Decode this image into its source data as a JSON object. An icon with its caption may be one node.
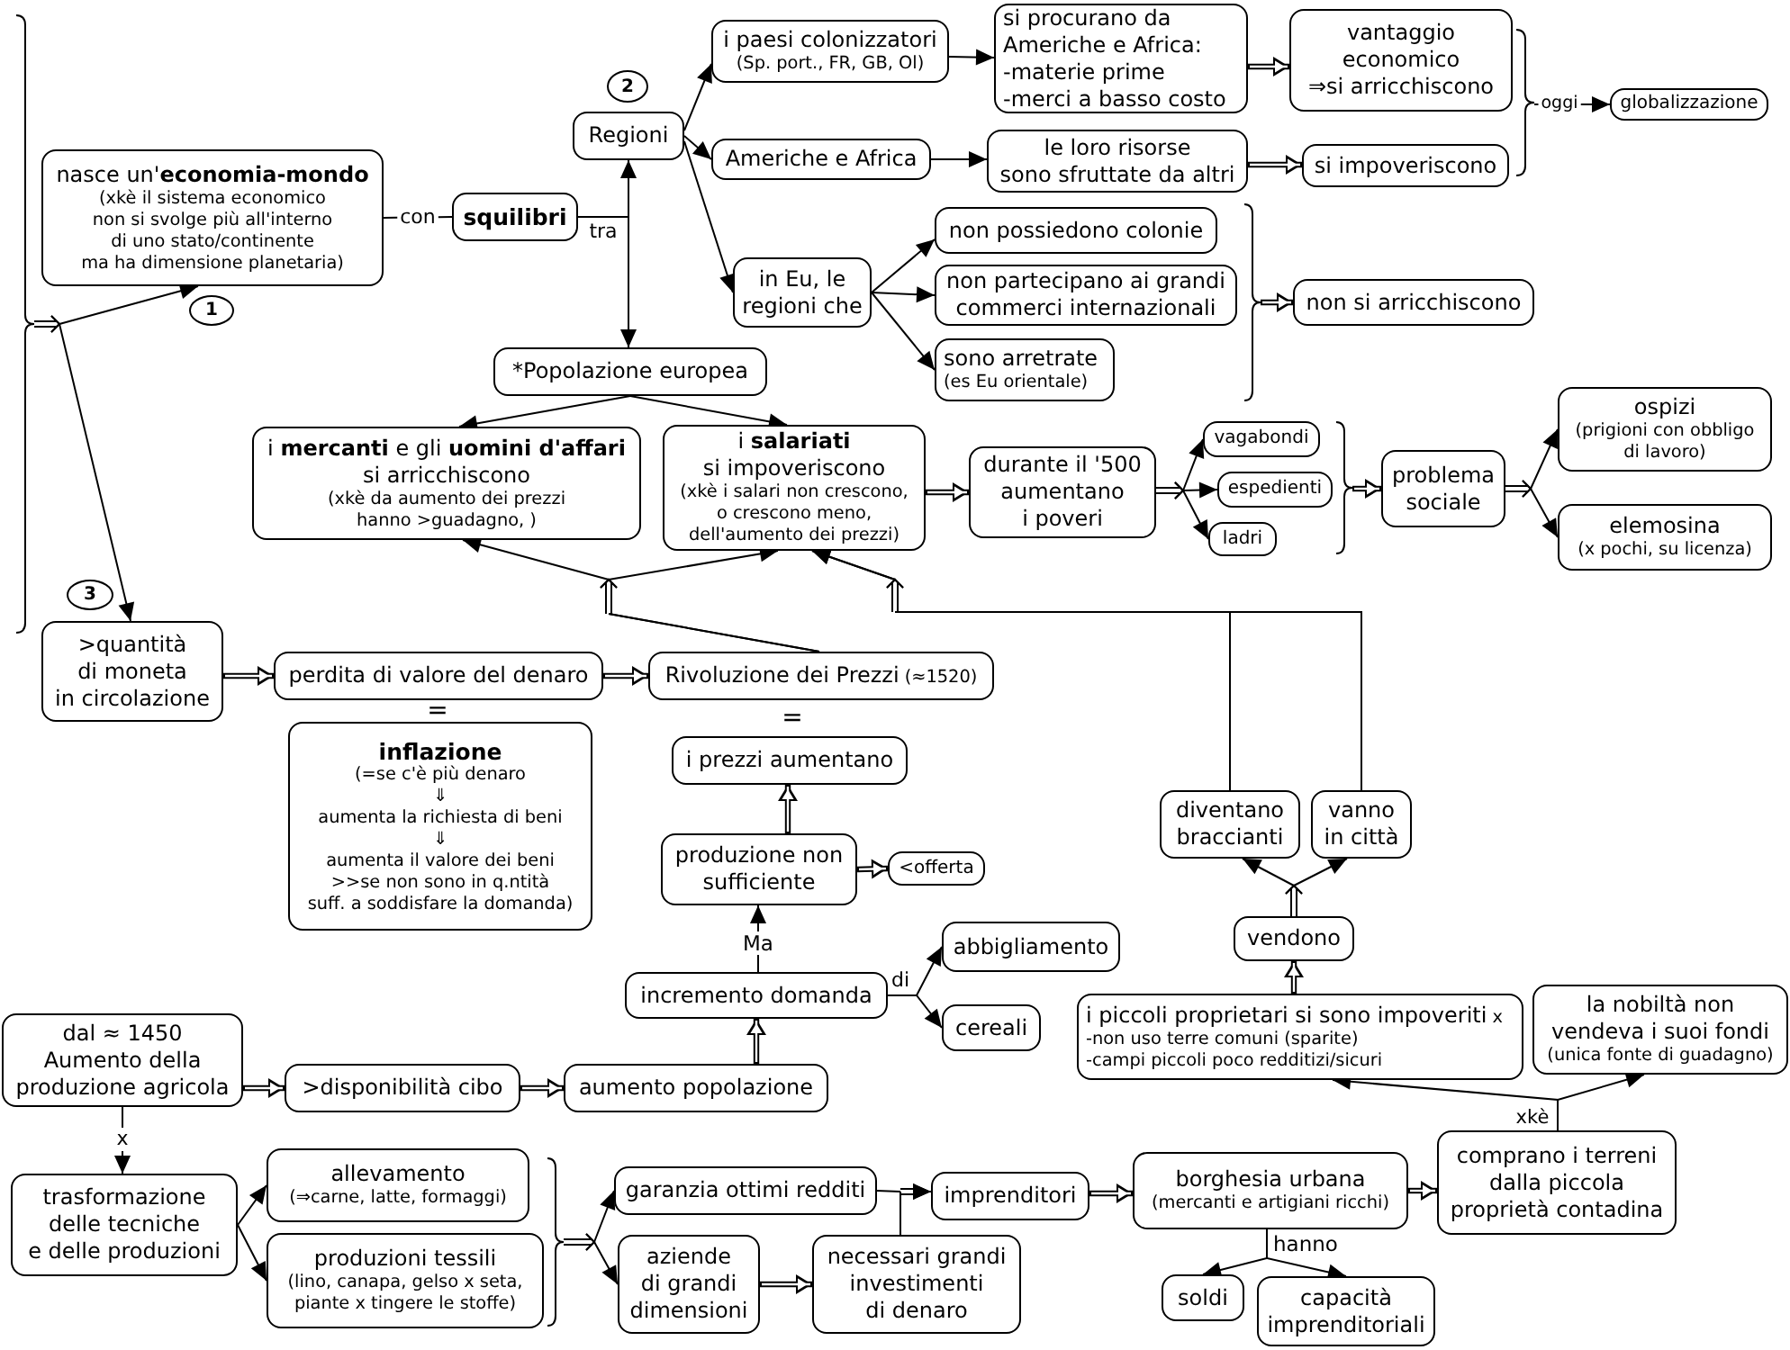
{
  "diagram": {
    "nodes": [
      {
        "text": [],
        "shape": "brace"
      },
      {
        "text": [
          "nasce un'**economia-mondo**",
          "(xkè il sistema economico non si svolge più all'interno di uno stato/continente ma ha dimensione planetaria)"
        ]
      },
      {
        "text": [
          "1"
        ]
      },
      {
        "text": [
          "squilibri"
        ]
      },
      {
        "text": [
          "2"
        ]
      },
      {
        "text": [
          "Regioni"
        ]
      },
      {
        "text": [
          "i paesi colonizzatori",
          "(Sp. port., FR, GB, Ol)"
        ]
      },
      {
        "text": [
          "si procurano da Americhe e Africa: -materie prime -merci a basso costo"
        ]
      },
      {
        "text": [
          "vantaggio economico ⇒si arricchiscono"
        ]
      },
      {
        "text": [],
        "shape": "brace"
      },
      {
        "text": [
          "globalizzazione"
        ]
      },
      {
        "text": [
          "Americhe e Africa"
        ]
      },
      {
        "text": [
          "le loro risorse sono sfruttate da altri"
        ]
      },
      {
        "text": [
          "si impoveriscono"
        ]
      },
      {
        "text": [
          "in Eu, le regioni che"
        ]
      },
      {
        "text": [
          "non possiedono colonie"
        ]
      },
      {
        "text": [
          "non partecipano ai grandi commerci internazionali"
        ]
      },
      {
        "text": [
          "sono arretrate",
          "(es Eu orientale)"
        ]
      },
      {
        "text": [],
        "shape": "brace"
      },
      {
        "text": [
          "non si arricchiscono"
        ]
      },
      {
        "text": [
          "*Popolazione europea"
        ]
      },
      {
        "text": [
          "i **mercanti** e gli **uomini d'affari** si arricchiscono",
          "(xkè da aumento dei prezzi hanno >guadagno, )"
        ]
      },
      {
        "text": [
          "i **salariati** si impoveriscono",
          "(xkè i salari non crescono, o crescono meno, dell'aumento dei prezzi)"
        ]
      },
      {
        "text": [
          "durante il '500 aumentano i poveri"
        ]
      },
      {
        "text": [
          "vagabondi"
        ]
      },
      {
        "text": [
          "espedienti"
        ]
      },
      {
        "text": [
          "ladri"
        ]
      },
      {
        "text": [],
        "shape": "brace"
      },
      {
        "text": [
          "problema sociale"
        ]
      },
      {
        "text": [
          "ospizi",
          "(prigioni con obbligo di lavoro)"
        ]
      },
      {
        "text": [
          "elemosina",
          "(x pochi, su licenza)"
        ]
      },
      {
        "text": [
          "3"
        ]
      },
      {
        "text": [
          ">quantità di moneta in circolazione"
        ]
      },
      {
        "text": [
          "perdita di valore del denaro"
        ]
      },
      {
        "text": [
          "Rivoluzione dei Prezzi",
          "(≈1520)"
        ]
      },
      {
        "text": [
          "inflazione",
          "(=se c'è più denaro ⇓ aumenta la richiesta di beni ⇓ aumenta il valore dei beni >>se non sono in q.ntità suff. a soddisfare la domanda)"
        ]
      },
      {
        "text": [
          "i prezzi aumentano"
        ]
      },
      {
        "text": [
          "produzione non sufficiente"
        ]
      },
      {
        "text": [
          "<offerta"
        ]
      },
      {
        "text": [
          "incremento domanda"
        ]
      },
      {
        "text": [
          "abbigliamento"
        ]
      },
      {
        "text": [
          "cereali"
        ]
      },
      {
        "text": [
          "diventano braccianti"
        ]
      },
      {
        "text": [
          "vanno in città"
        ]
      },
      {
        "text": [
          "vendono"
        ]
      },
      {
        "text": [
          "i piccoli proprietari si sono impoveriti",
          "x",
          "-non uso terre comuni (sparite) -campi piccoli poco redditizi/sicuri"
        ]
      },
      {
        "text": [
          "la nobiltà non vendeva i suoi fondi",
          "(unica fonte di guadagno)"
        ]
      },
      {
        "text": [
          "dal ≈ 1450 Aumento della produzione agricola"
        ]
      },
      {
        "text": [
          ">disponibilità cibo"
        ]
      },
      {
        "text": [
          "aumento popolazione"
        ]
      },
      {
        "text": [
          "trasformazione delle tecniche e delle produzioni"
        ]
      },
      {
        "text": [
          "allevamento",
          "(⇒carne, latte, formaggi)"
        ]
      },
      {
        "text": [
          "produzioni tessili",
          "(lino, canapa, gelso x seta, piante x tingere le stoffe)"
        ]
      },
      {
        "text": [],
        "shape": "brace"
      },
      {
        "text": [
          "garanzia ottimi redditi"
        ]
      },
      {
        "text": [
          "aziende di grandi dimensioni"
        ]
      },
      {
        "text": [
          "necessari grandi investimenti di denaro"
        ]
      },
      {
        "text": [
          "imprenditori"
        ]
      },
      {
        "text": [
          "borghesia urbana",
          "(mercanti e artigiani ricchi)"
        ]
      },
      {
        "text": [
          "comprano i terreni dalla piccola proprietà contadina"
        ]
      },
      {
        "text": [
          "soldi"
        ]
      },
      {
        "text": [
          "capacità imprenditoriali"
        ]
      }
    ],
    "edges": [
      {
        "from": 0,
        "to": 1,
        "arrow": "to"
      },
      {
        "from": 0,
        "to": 32,
        "arrow": "to"
      },
      {
        "from": 1,
        "to": 3,
        "arrow": "none",
        "label": "con"
      },
      {
        "from": 3,
        "to": 5,
        "arrow": "to",
        "label": "tra"
      },
      {
        "from": 3,
        "to": 20,
        "arrow": "to"
      },
      {
        "from": 5,
        "to": 6,
        "arrow": "to"
      },
      {
        "from": 5,
        "to": 11,
        "arrow": "to"
      },
      {
        "from": 5,
        "to": 14,
        "arrow": "to"
      },
      {
        "from": 6,
        "to": 7,
        "arrow": "to"
      },
      {
        "from": 7,
        "to": 8,
        "arrow": "to",
        "style": "thick"
      },
      {
        "from": 11,
        "to": 12,
        "arrow": "to"
      },
      {
        "from": 12,
        "to": 13,
        "arrow": "to",
        "style": "thick"
      },
      {
        "from": 9,
        "to": 10,
        "arrow": "to",
        "label": "oggi"
      },
      {
        "from": 14,
        "to": 15,
        "arrow": "to"
      },
      {
        "from": 14,
        "to": 16,
        "arrow": "to"
      },
      {
        "from": 14,
        "to": 17,
        "arrow": "to"
      },
      {
        "from": 18,
        "to": 19,
        "arrow": "to",
        "style": "thick"
      },
      {
        "from": 20,
        "to": 21,
        "arrow": "to"
      },
      {
        "from": 20,
        "to": 22,
        "arrow": "to"
      },
      {
        "from": 22,
        "to": 23,
        "arrow": "to",
        "style": "thick"
      },
      {
        "from": 23,
        "to": 24,
        "arrow": "to"
      },
      {
        "from": 23,
        "to": 25,
        "arrow": "to"
      },
      {
        "from": 23,
        "to": 26,
        "arrow": "to"
      },
      {
        "from": 27,
        "to": 28,
        "arrow": "to",
        "style": "thick"
      },
      {
        "from": 28,
        "to": 29,
        "arrow": "to"
      },
      {
        "from": 28,
        "to": 30,
        "arrow": "to"
      },
      {
        "from": 32,
        "to": 33,
        "arrow": "to",
        "style": "thick"
      },
      {
        "from": 33,
        "to": 34,
        "arrow": "to",
        "style": "thick"
      },
      {
        "from": 34,
        "to": 21,
        "arrow": "to"
      },
      {
        "from": 34,
        "to": 22,
        "arrow": "to"
      },
      {
        "from": 42,
        "to": 22,
        "arrow": "to"
      },
      {
        "from": 43,
        "to": 22,
        "arrow": "to"
      },
      {
        "from": 37,
        "to": 36,
        "arrow": "to",
        "style": "thick"
      },
      {
        "from": 37,
        "to": 38,
        "arrow": "to",
        "style": "thick"
      },
      {
        "from": 39,
        "to": 37,
        "arrow": "to",
        "label": "Ma"
      },
      {
        "from": 39,
        "to": 40,
        "arrow": "to",
        "label": "di"
      },
      {
        "from": 39,
        "to": 41,
        "arrow": "to"
      },
      {
        "from": 49,
        "to": 39,
        "arrow": "to",
        "style": "thick"
      },
      {
        "from": 44,
        "to": 42,
        "arrow": "to"
      },
      {
        "from": 44,
        "to": 43,
        "arrow": "to"
      },
      {
        "from": 45,
        "to": 44,
        "arrow": "to",
        "style": "thick"
      },
      {
        "from": 59,
        "to": 45,
        "arrow": "to",
        "label": "xkè"
      },
      {
        "from": 59,
        "to": 46,
        "arrow": "to"
      },
      {
        "from": 47,
        "to": 48,
        "arrow": "to",
        "style": "thick"
      },
      {
        "from": 48,
        "to": 49,
        "arrow": "to",
        "style": "thick"
      },
      {
        "from": 47,
        "to": 50,
        "arrow": "to",
        "label": "x"
      },
      {
        "from": 50,
        "to": 51,
        "arrow": "to"
      },
      {
        "from": 50,
        "to": 52,
        "arrow": "to"
      },
      {
        "from": 53,
        "to": 54,
        "arrow": "to"
      },
      {
        "from": 53,
        "to": 55,
        "arrow": "to"
      },
      {
        "from": 54,
        "to": 57,
        "arrow": "to"
      },
      {
        "from": 56,
        "to": 57,
        "arrow": "to"
      },
      {
        "from": 55,
        "to": 56,
        "arrow": "to",
        "style": "thick"
      },
      {
        "from": 57,
        "to": 58,
        "arrow": "to",
        "style": "thick"
      },
      {
        "from": 58,
        "to": 59,
        "arrow": "to",
        "style": "thick"
      },
      {
        "from": 58,
        "to": 60,
        "arrow": "to",
        "label": "hanno"
      },
      {
        "from": 58,
        "to": 61,
        "arrow": "to"
      }
    ],
    "labels": [
      "=",
      "="
    ]
  }
}
